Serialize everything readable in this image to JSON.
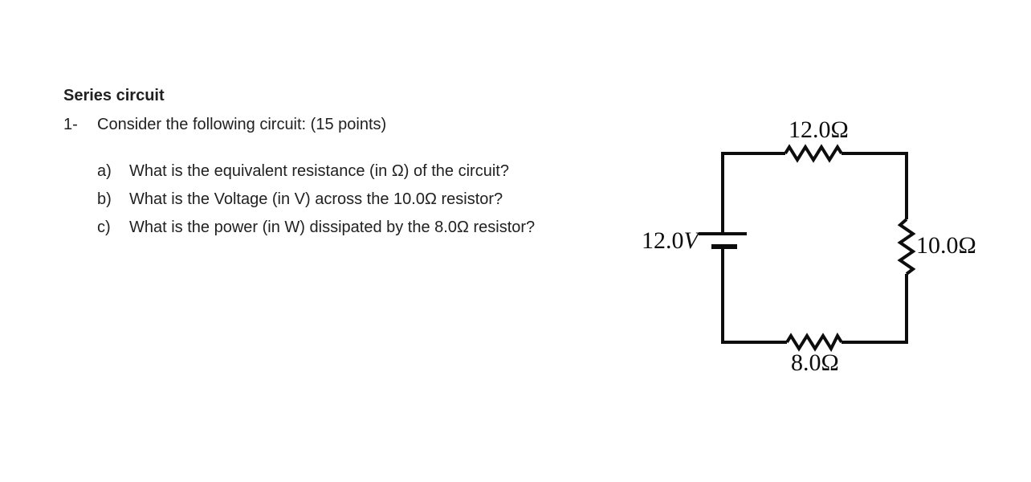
{
  "colors": {
    "background": "#ffffff",
    "text": "#212121",
    "line": "#0d0d0d"
  },
  "document": {
    "title": "Series circuit",
    "question": {
      "number": "1-",
      "text": "Consider the following circuit: (15 points)"
    },
    "sub_questions": [
      {
        "label": "a)",
        "text": "What is the equivalent resistance (in Ω) of the circuit?"
      },
      {
        "label": "b)",
        "text": "What is the Voltage (in V) across the 10.0Ω  resistor?"
      },
      {
        "label": "c)",
        "text": "What is the power (in W) dissipated by the 8.0Ω  resistor?"
      }
    ]
  },
  "circuit": {
    "top_resistor_label": "12.0Ω",
    "right_resistor_label": "10.0Ω",
    "bottom_resistor_label": "8.0Ω",
    "battery": {
      "value": "12.0",
      "unit": "V"
    }
  }
}
